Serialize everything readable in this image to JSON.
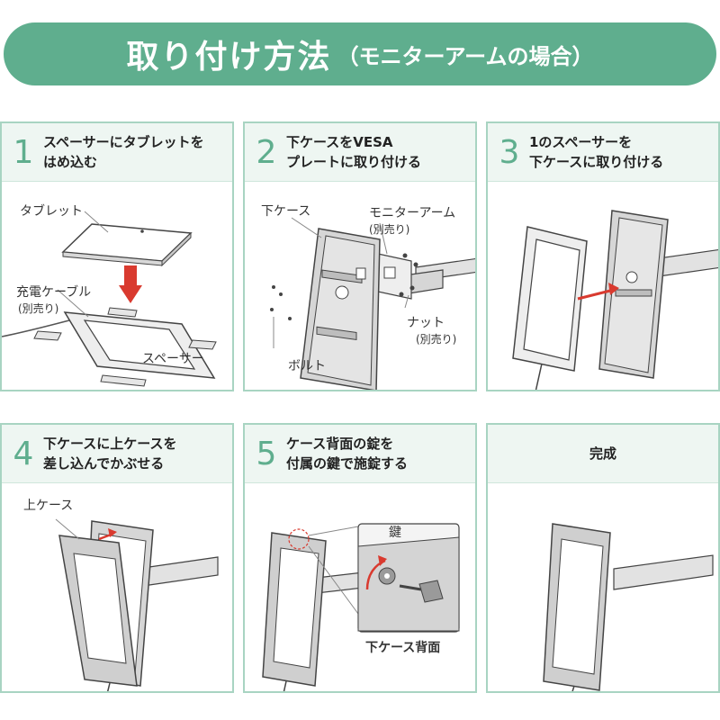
{
  "header": {
    "title": "取り付け方法",
    "subtitle": "（モニターアームの場合）"
  },
  "accent_color": "#5fae8e",
  "steps": [
    {
      "number": "1",
      "title": "スペーサーにタブレットを\nはめ込む",
      "labels": {
        "tablet": "タブレット",
        "cable": "充電ケーブル",
        "cable_note": "(別売り)",
        "spacer": "スペーサー"
      }
    },
    {
      "number": "2",
      "title": "下ケースをVESA\nプレートに取り付ける",
      "labels": {
        "lower_case": "下ケース",
        "arm": "モニターアーム",
        "arm_note": "(別売り)",
        "nut": "ナット",
        "nut_note": "(別売り)",
        "bolt": "ボルト"
      }
    },
    {
      "number": "3",
      "title": "1のスペーサーを\n下ケースに取り付ける"
    },
    {
      "number": "4",
      "title": "下ケースに上ケースを\n差し込んでかぶせる",
      "labels": {
        "upper_case": "上ケース"
      }
    },
    {
      "number": "5",
      "title": "ケース背面の錠を\n付属の鍵で施錠する",
      "labels": {
        "key": "鍵",
        "back": "下ケース背面"
      }
    },
    {
      "number": "",
      "title": "完成"
    }
  ]
}
